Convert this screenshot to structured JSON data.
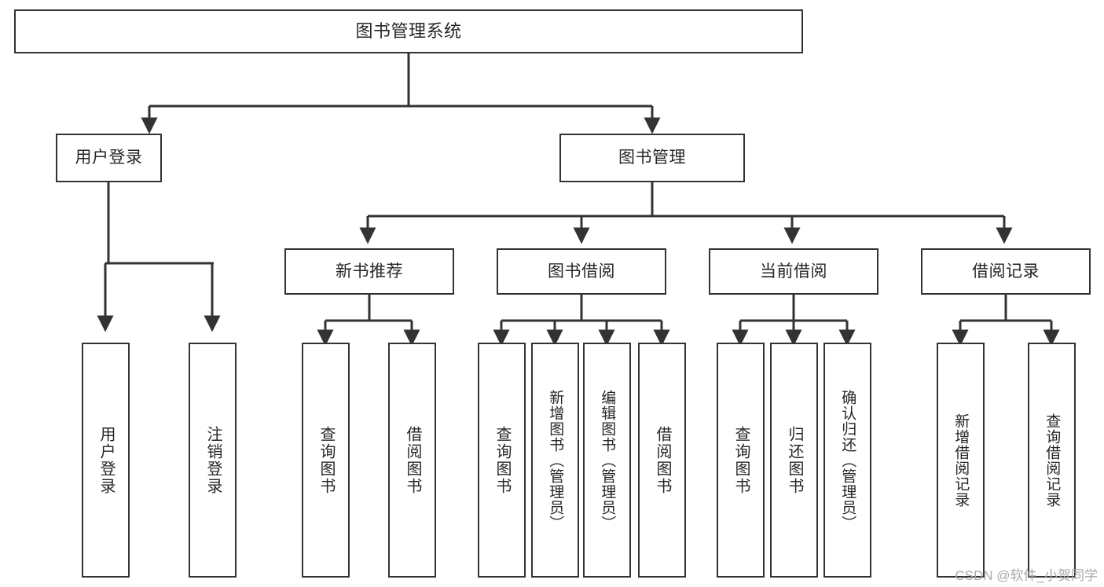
{
  "diagram": {
    "type": "tree-hierarchy",
    "title": "图书管理系统",
    "watermark": "CSDN @软件_小贺同学",
    "colors": {
      "box_border": "#333333",
      "box_fill": "#ffffff",
      "connector": "#333333",
      "text": "#262626",
      "watermark": "#a9a9a9",
      "background": "#ffffff"
    },
    "nodes": {
      "root": {
        "label": "图书管理系统",
        "level": 0
      },
      "level1": [
        {
          "id": "user-login",
          "label": "用户登录"
        },
        {
          "id": "book-management",
          "label": "图书管理"
        }
      ],
      "level2": [
        {
          "id": "new-book-recommend",
          "label": "新书推荐",
          "parent": "book-management"
        },
        {
          "id": "book-borrow",
          "label": "图书借阅",
          "parent": "book-management"
        },
        {
          "id": "current-borrow",
          "label": "当前借阅",
          "parent": "book-management"
        },
        {
          "id": "borrow-record",
          "label": "借阅记录",
          "parent": "book-management"
        }
      ],
      "leaves": {
        "user_login": [
          {
            "id": "leaf-user-login",
            "label": "用户登录"
          },
          {
            "id": "leaf-logout-login",
            "label": "注销登录"
          }
        ],
        "new_book_recommend": [
          {
            "id": "leaf-query-book-1",
            "label": "查询图书"
          },
          {
            "id": "leaf-borrow-book-1",
            "label": "借阅图书"
          }
        ],
        "book_borrow": [
          {
            "id": "leaf-query-book-2",
            "label": "查询图书"
          },
          {
            "id": "leaf-add-book",
            "label": "新增图书（管理员）"
          },
          {
            "id": "leaf-edit-book",
            "label": "编辑图书（管理员）"
          },
          {
            "id": "leaf-borrow-book-2",
            "label": "借阅图书"
          }
        ],
        "current_borrow": [
          {
            "id": "leaf-query-book-3",
            "label": "查询图书"
          },
          {
            "id": "leaf-return-book",
            "label": "归还图书"
          },
          {
            "id": "leaf-confirm-return",
            "label": "确认归还（管理员）"
          }
        ],
        "borrow_record": [
          {
            "id": "leaf-add-record",
            "label": "新增借阅记录"
          },
          {
            "id": "leaf-query-record",
            "label": "查询借阅记录"
          }
        ]
      }
    }
  }
}
